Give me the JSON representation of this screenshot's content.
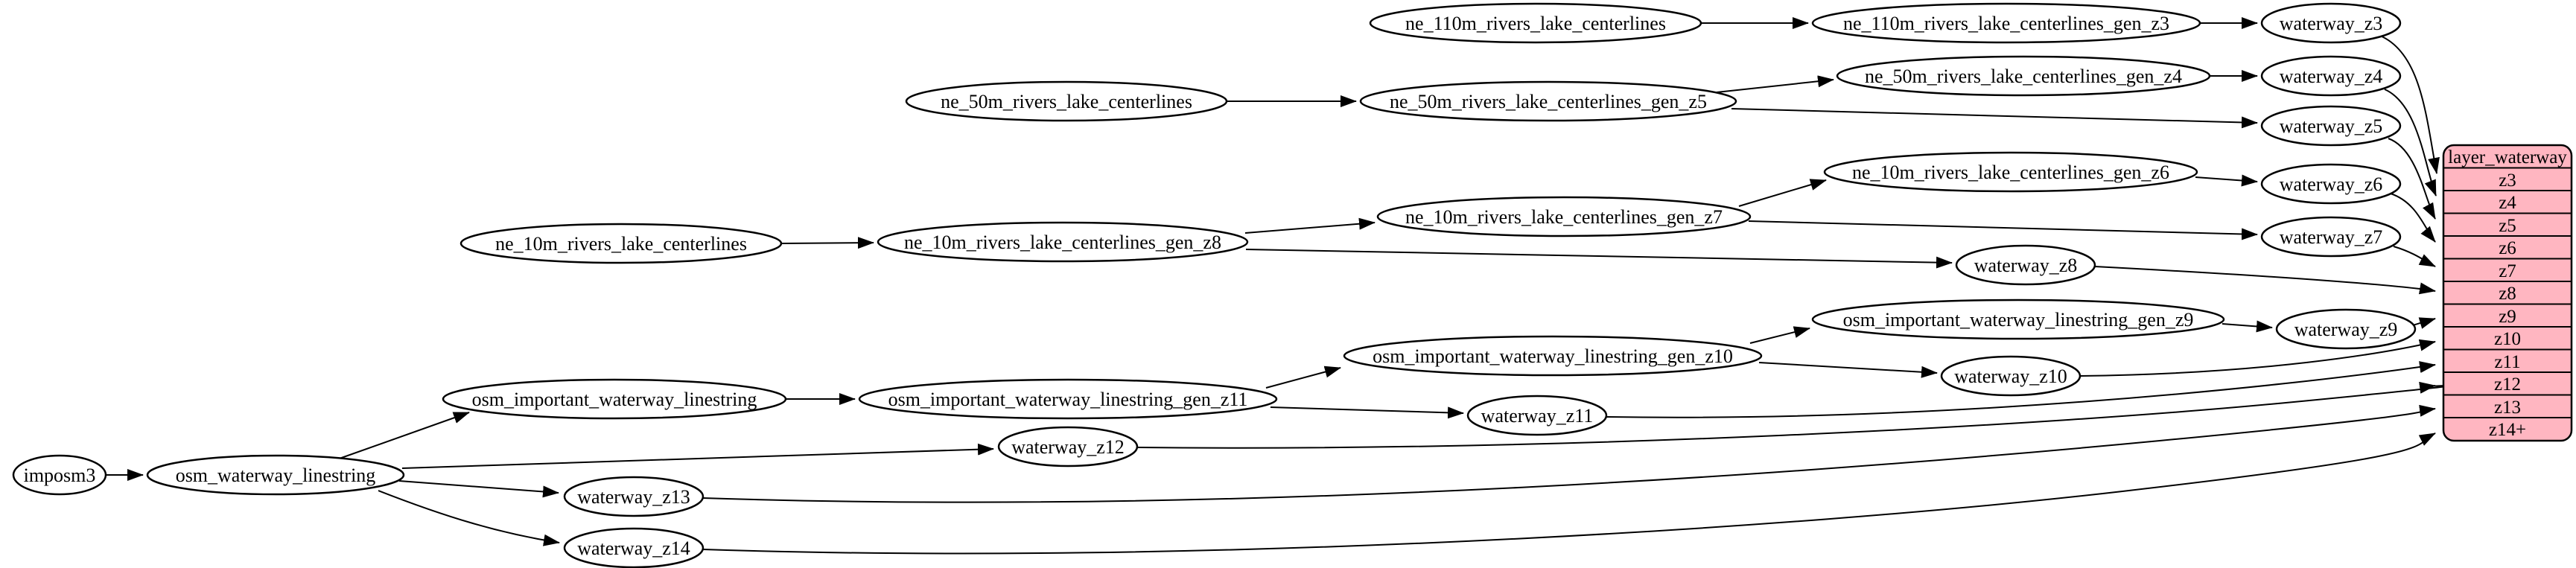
{
  "colors": {
    "record_fill": "#ffb6c1",
    "record_stroke": "#000000",
    "node_fill": "#ffffff",
    "node_stroke": "#000000",
    "edge": "#000000",
    "background": "#ffffff"
  },
  "nodes": {
    "imposm3": {
      "label": "imposm3"
    },
    "osm_waterway_linestring": {
      "label": "osm_waterway_linestring"
    },
    "osm_important_waterway_linestring": {
      "label": "osm_important_waterway_linestring"
    },
    "osm_important_waterway_linestring_gen_z11": {
      "label": "osm_important_waterway_linestring_gen_z11"
    },
    "osm_important_waterway_linestring_gen_z10": {
      "label": "osm_important_waterway_linestring_gen_z10"
    },
    "osm_important_waterway_linestring_gen_z9": {
      "label": "osm_important_waterway_linestring_gen_z9"
    },
    "ne_10m_rivers_lake_centerlines": {
      "label": "ne_10m_rivers_lake_centerlines"
    },
    "ne_10m_rivers_lake_centerlines_gen_z8": {
      "label": "ne_10m_rivers_lake_centerlines_gen_z8"
    },
    "ne_10m_rivers_lake_centerlines_gen_z7": {
      "label": "ne_10m_rivers_lake_centerlines_gen_z7"
    },
    "ne_10m_rivers_lake_centerlines_gen_z6": {
      "label": "ne_10m_rivers_lake_centerlines_gen_z6"
    },
    "ne_50m_rivers_lake_centerlines": {
      "label": "ne_50m_rivers_lake_centerlines"
    },
    "ne_50m_rivers_lake_centerlines_gen_z5": {
      "label": "ne_50m_rivers_lake_centerlines_gen_z5"
    },
    "ne_50m_rivers_lake_centerlines_gen_z4": {
      "label": "ne_50m_rivers_lake_centerlines_gen_z4"
    },
    "ne_110m_rivers_lake_centerlines": {
      "label": "ne_110m_rivers_lake_centerlines"
    },
    "ne_110m_rivers_lake_centerlines_gen_z3": {
      "label": "ne_110m_rivers_lake_centerlines_gen_z3"
    },
    "waterway_z3": {
      "label": "waterway_z3"
    },
    "waterway_z4": {
      "label": "waterway_z4"
    },
    "waterway_z5": {
      "label": "waterway_z5"
    },
    "waterway_z6": {
      "label": "waterway_z6"
    },
    "waterway_z7": {
      "label": "waterway_z7"
    },
    "waterway_z8": {
      "label": "waterway_z8"
    },
    "waterway_z9": {
      "label": "waterway_z9"
    },
    "waterway_z10": {
      "label": "waterway_z10"
    },
    "waterway_z11": {
      "label": "waterway_z11"
    },
    "waterway_z12": {
      "label": "waterway_z12"
    },
    "waterway_z13": {
      "label": "waterway_z13"
    },
    "waterway_z14": {
      "label": "waterway_z14"
    }
  },
  "record": {
    "title": "layer_waterway",
    "rows": [
      "z3",
      "z4",
      "z5",
      "z6",
      "z7",
      "z8",
      "z9",
      "z10",
      "z11",
      "z12",
      "z13",
      "z14+"
    ]
  }
}
